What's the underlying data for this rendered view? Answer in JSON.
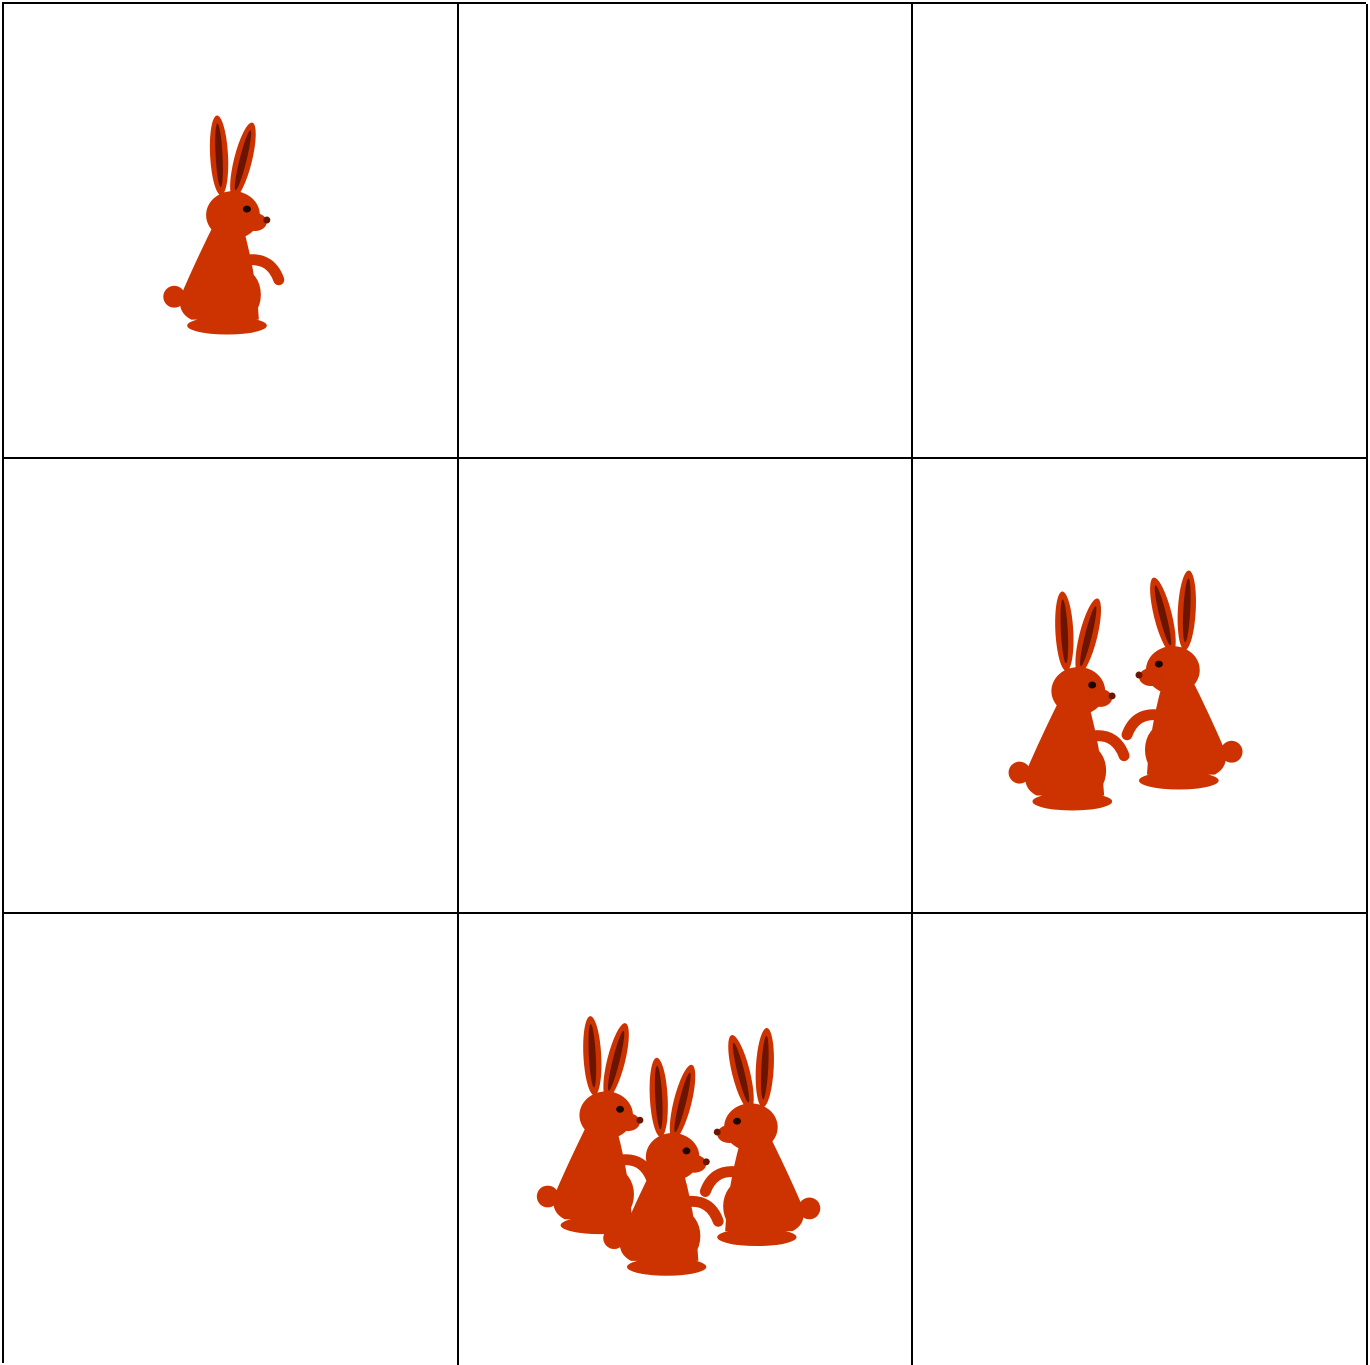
{
  "board": {
    "rows": 3,
    "cols": 3,
    "cells": [
      {
        "row": 0,
        "col": 0,
        "rabbits": 1
      },
      {
        "row": 0,
        "col": 1,
        "rabbits": 0
      },
      {
        "row": 0,
        "col": 2,
        "rabbits": 0
      },
      {
        "row": 1,
        "col": 0,
        "rabbits": 0
      },
      {
        "row": 1,
        "col": 1,
        "rabbits": 0
      },
      {
        "row": 1,
        "col": 2,
        "rabbits": 2
      },
      {
        "row": 2,
        "col": 0,
        "rabbits": 0
      },
      {
        "row": 2,
        "col": 1,
        "rabbits": 3
      },
      {
        "row": 2,
        "col": 2,
        "rabbits": 0
      }
    ]
  },
  "icon": "rabbit-icon",
  "colors": {
    "rabbit_body": "#cc3300",
    "rabbit_ear_inner": "#6b1500",
    "rabbit_eye": "#1a0800",
    "grid_line": "#000000",
    "background": "#ffffff"
  }
}
